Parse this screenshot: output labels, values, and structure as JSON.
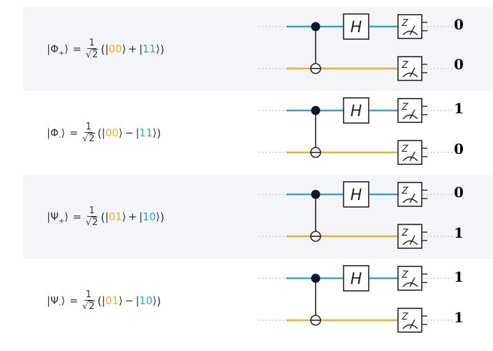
{
  "rows": [
    {
      "state": "Φ",
      "sign_sub": "+",
      "frac_num": "1",
      "frac_den": "2",
      "radical": "√",
      "open": "(",
      "close": ")",
      "ket1_open": "|",
      "ket1_bits": "00",
      "ket1_close": "⟩",
      "op": "+",
      "ket2_open": "|",
      "ket2_bits": "11",
      "ket2_close": "⟩",
      "results": [
        "0",
        "0"
      ]
    },
    {
      "state": "Φ",
      "sign_sub": "-",
      "frac_num": "1",
      "frac_den": "2",
      "radical": "√",
      "open": "(",
      "close": ")",
      "ket1_open": "|",
      "ket1_bits": "00",
      "ket1_close": "⟩",
      "op": "−",
      "ket2_open": "|",
      "ket2_bits": "11",
      "ket2_close": "⟩",
      "results": [
        "1",
        "0"
      ]
    },
    {
      "state": "Ψ",
      "sign_sub": "+",
      "frac_num": "1",
      "frac_den": "2",
      "radical": "√",
      "open": "(",
      "close": ")",
      "ket1_open": "|",
      "ket1_bits": "01",
      "ket1_close": "⟩",
      "op": "+",
      "ket2_open": "|",
      "ket2_bits": "10",
      "ket2_close": "⟩",
      "results": [
        "0",
        "1"
      ]
    },
    {
      "state": "Ψ",
      "sign_sub": "-",
      "frac_num": "1",
      "frac_den": "2",
      "radical": "√",
      "open": "(",
      "close": ")",
      "ket1_open": "|",
      "ket1_bits": "01",
      "ket1_close": "⟩",
      "op": "−",
      "ket2_open": "|",
      "ket2_bits": "10",
      "ket2_close": "⟩",
      "results": [
        "1",
        "1"
      ]
    }
  ],
  "gate_label": "H",
  "measure_label": "Z",
  "colors": {
    "wire_top": "#2aa7d8",
    "wire_bottom": "#f2b21a",
    "bit_first": "#f2b21a",
    "bit_second": "#2aa7d8"
  }
}
